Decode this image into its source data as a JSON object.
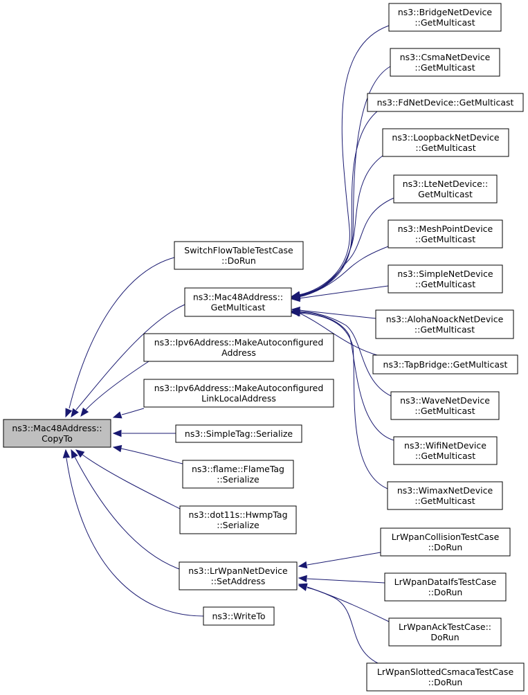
{
  "nodes": [
    {
      "id": "copyto",
      "lines": [
        "ns3::Mac48Address::",
        "CopyTo"
      ],
      "root": true
    },
    {
      "id": "switchflow",
      "lines": [
        "SwitchFlowTableTestCase",
        "::DoRun"
      ]
    },
    {
      "id": "getmulticast",
      "lines": [
        "ns3::Mac48Address::",
        "GetMulticast"
      ]
    },
    {
      "id": "ipv6auto",
      "lines": [
        "ns3::Ipv6Address::MakeAutoconfigured",
        "Address"
      ]
    },
    {
      "id": "ipv6linklocal",
      "lines": [
        "ns3::Ipv6Address::MakeAutoconfigured",
        "LinkLocalAddress"
      ]
    },
    {
      "id": "simpletag",
      "lines": [
        "ns3::SimpleTag::Serialize"
      ]
    },
    {
      "id": "flametag",
      "lines": [
        "ns3::flame::FlameTag",
        "::Serialize"
      ]
    },
    {
      "id": "hwmptag",
      "lines": [
        "ns3::dot11s::HwmpTag",
        "::Serialize"
      ]
    },
    {
      "id": "lrwpansetaddr",
      "lines": [
        "ns3::LrWpanNetDevice",
        "::SetAddress"
      ]
    },
    {
      "id": "writeto",
      "lines": [
        "ns3::WriteTo"
      ]
    },
    {
      "id": "bridge",
      "lines": [
        "ns3::BridgeNetDevice",
        "::GetMulticast"
      ]
    },
    {
      "id": "csma",
      "lines": [
        "ns3::CsmaNetDevice",
        "::GetMulticast"
      ]
    },
    {
      "id": "fd",
      "lines": [
        "ns3::FdNetDevice::GetMulticast"
      ]
    },
    {
      "id": "loopback",
      "lines": [
        "ns3::LoopbackNetDevice",
        "::GetMulticast"
      ]
    },
    {
      "id": "lte",
      "lines": [
        "ns3::LteNetDevice::",
        "GetMulticast"
      ]
    },
    {
      "id": "meshpoint",
      "lines": [
        "ns3::MeshPointDevice",
        "::GetMulticast"
      ]
    },
    {
      "id": "simplenet",
      "lines": [
        "ns3::SimpleNetDevice",
        "::GetMulticast"
      ]
    },
    {
      "id": "aloha",
      "lines": [
        "ns3::AlohaNoackNetDevice",
        "::GetMulticast"
      ]
    },
    {
      "id": "tapbridge",
      "lines": [
        "ns3::TapBridge::GetMulticast"
      ]
    },
    {
      "id": "wave",
      "lines": [
        "ns3::WaveNetDevice",
        "::GetMulticast"
      ]
    },
    {
      "id": "wifi",
      "lines": [
        "ns3::WifiNetDevice",
        "::GetMulticast"
      ]
    },
    {
      "id": "wimax",
      "lines": [
        "ns3::WimaxNetDevice",
        "::GetMulticast"
      ]
    },
    {
      "id": "lrcollision",
      "lines": [
        "LrWpanCollisionTestCase",
        "::DoRun"
      ]
    },
    {
      "id": "lrdataifs",
      "lines": [
        "LrWpanDataIfsTestCase",
        "::DoRun"
      ]
    },
    {
      "id": "lrack",
      "lines": [
        "LrWpanAckTestCase::",
        "DoRun"
      ]
    },
    {
      "id": "lrslotted",
      "lines": [
        "LrWpanSlottedCsmacaTestCase",
        "::DoRun"
      ]
    }
  ],
  "edges": [
    {
      "from": "switchflow",
      "to": "copyto"
    },
    {
      "from": "getmulticast",
      "to": "copyto"
    },
    {
      "from": "ipv6auto",
      "to": "copyto"
    },
    {
      "from": "ipv6linklocal",
      "to": "copyto"
    },
    {
      "from": "simpletag",
      "to": "copyto"
    },
    {
      "from": "flametag",
      "to": "copyto"
    },
    {
      "from": "hwmptag",
      "to": "copyto"
    },
    {
      "from": "lrwpansetaddr",
      "to": "copyto"
    },
    {
      "from": "writeto",
      "to": "copyto"
    },
    {
      "from": "bridge",
      "to": "getmulticast"
    },
    {
      "from": "csma",
      "to": "getmulticast"
    },
    {
      "from": "fd",
      "to": "getmulticast"
    },
    {
      "from": "loopback",
      "to": "getmulticast"
    },
    {
      "from": "lte",
      "to": "getmulticast"
    },
    {
      "from": "meshpoint",
      "to": "getmulticast"
    },
    {
      "from": "simplenet",
      "to": "getmulticast"
    },
    {
      "from": "aloha",
      "to": "getmulticast"
    },
    {
      "from": "tapbridge",
      "to": "getmulticast"
    },
    {
      "from": "wave",
      "to": "getmulticast"
    },
    {
      "from": "wifi",
      "to": "getmulticast"
    },
    {
      "from": "wimax",
      "to": "getmulticast"
    },
    {
      "from": "lrcollision",
      "to": "lrwpansetaddr"
    },
    {
      "from": "lrdataifs",
      "to": "lrwpansetaddr"
    },
    {
      "from": "lrack",
      "to": "lrwpansetaddr"
    },
    {
      "from": "lrslotted",
      "to": "lrwpansetaddr"
    }
  ],
  "colors": {
    "edge": "#191970",
    "root_fill": "#bfbfbf",
    "node_fill": "#ffffff",
    "node_stroke": "#000000"
  }
}
